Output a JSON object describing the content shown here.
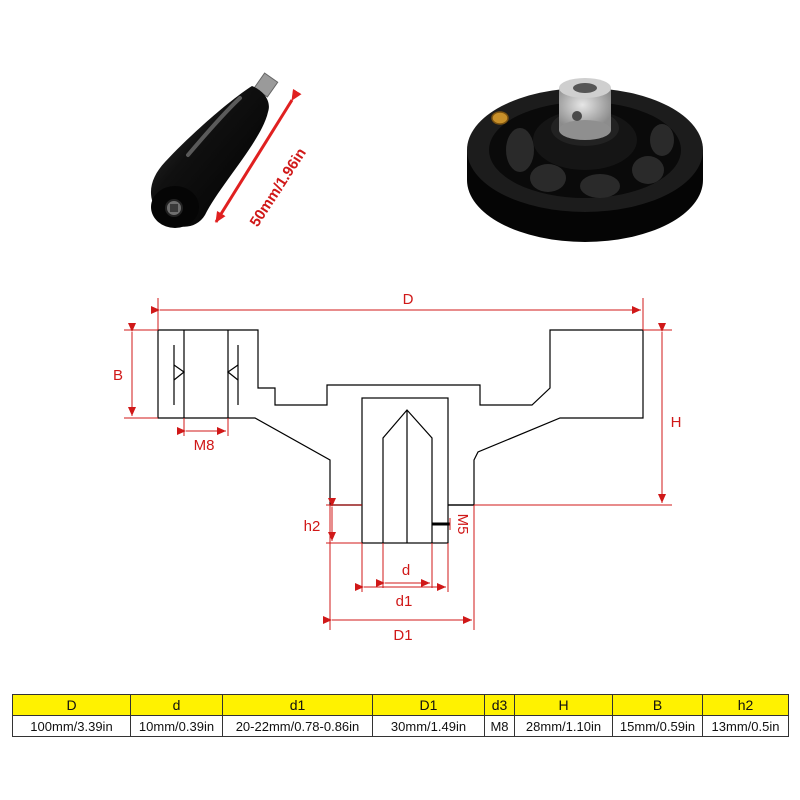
{
  "handle_photo": {
    "length_label": "50mm/1.96in",
    "colors": {
      "body": "#161616",
      "stud": "#9a9a9a",
      "arrow": "#e02020"
    }
  },
  "wheel_photo": {
    "colors": {
      "body": "#111111",
      "hub": "#b8b8b8",
      "insert": "#c8902a"
    }
  },
  "drawing": {
    "line_color": "#000000",
    "dim_color": "#d01818",
    "labels": {
      "D": "D",
      "B": "B",
      "H": "H",
      "M8": "M8",
      "h2": "h2",
      "M5": "M5",
      "d": "d",
      "d1": "d1",
      "D1": "D1"
    }
  },
  "spec_table": {
    "header_color": "#fff200",
    "headers": [
      "D",
      "d",
      "d1",
      "D1",
      "d3",
      "H",
      "B",
      "h2"
    ],
    "values": [
      "100mm/3.39in",
      "10mm/0.39in",
      "20-22mm/0.78-0.86in",
      "30mm/1.49in",
      "M8",
      "28mm/1.10in",
      "15mm/0.59in",
      "13mm/0.5in"
    ]
  }
}
